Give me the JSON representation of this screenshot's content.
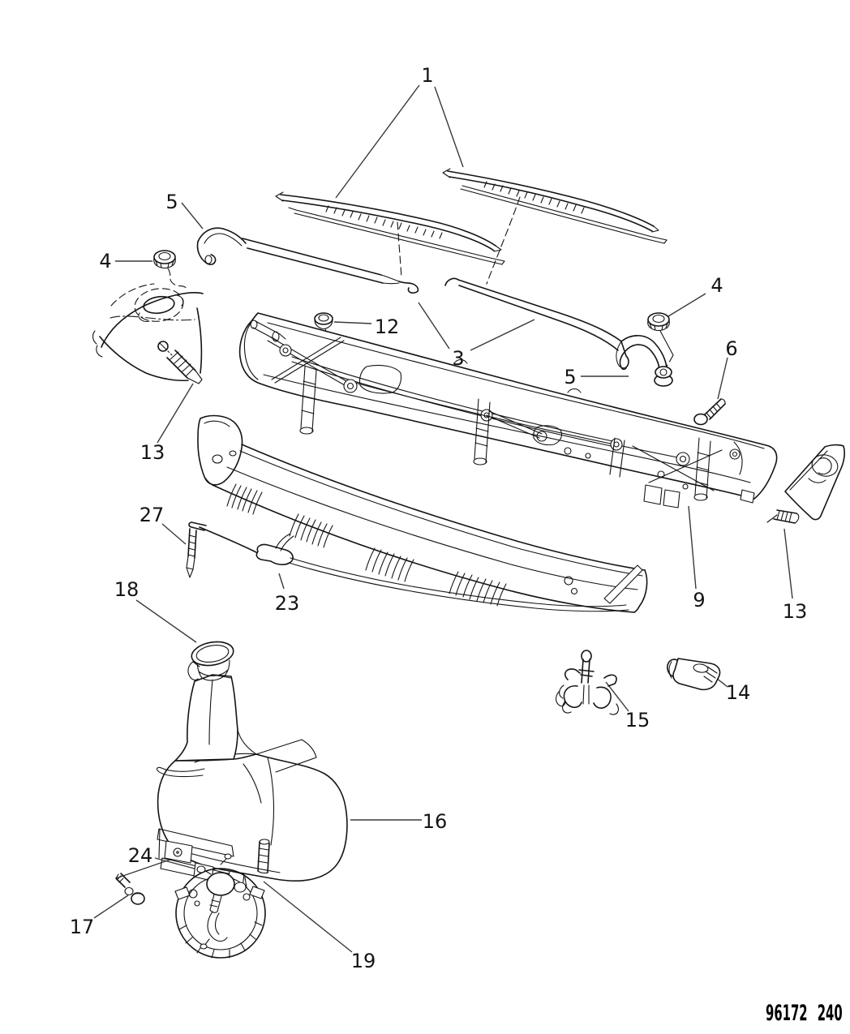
{
  "colors": {
    "background": "#ffffff",
    "ink": "#141414"
  },
  "callouts": [
    {
      "label": "1"
    },
    {
      "label": "5"
    },
    {
      "label": "4"
    },
    {
      "label": "12"
    },
    {
      "label": "3"
    },
    {
      "label": "4"
    },
    {
      "label": "6"
    },
    {
      "label": "5"
    },
    {
      "label": "13"
    },
    {
      "label": "27"
    },
    {
      "label": "18"
    },
    {
      "label": "23"
    },
    {
      "label": "9"
    },
    {
      "label": "13"
    },
    {
      "label": "15"
    },
    {
      "label": "14"
    },
    {
      "label": "16"
    },
    {
      "label": "24"
    },
    {
      "label": "17"
    },
    {
      "label": "19"
    }
  ],
  "footer": {
    "code_left": "96172",
    "code_right": "240"
  }
}
